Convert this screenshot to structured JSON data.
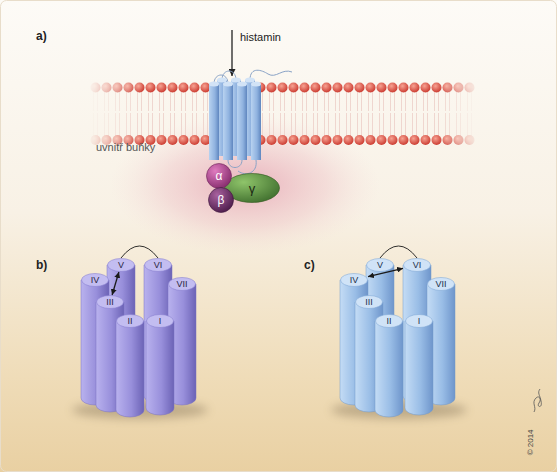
{
  "diagram": {
    "nodes": [
      {
        "text": [
          "α"
        ]
      },
      {
        "text": [
          "β"
        ]
      },
      {
        "text": [
          "γ"
        ]
      },
      {
        "text": [
          "V"
        ]
      },
      {
        "text": [
          "VI"
        ]
      },
      {
        "text": [
          "IV"
        ]
      },
      {
        "text": [
          "VII"
        ]
      },
      {
        "text": [
          "III"
        ]
      },
      {
        "text": [
          "II"
        ]
      },
      {
        "text": [
          "I"
        ]
      },
      {
        "text": [
          "V"
        ]
      },
      {
        "text": [
          "VI"
        ]
      },
      {
        "text": [
          "IV"
        ]
      },
      {
        "text": [
          "VII"
        ]
      },
      {
        "text": [
          "III"
        ]
      },
      {
        "text": [
          "II"
        ]
      },
      {
        "text": [
          "I"
        ]
      }
    ],
    "edges": [
      {
        "from": 3,
        "to": 4,
        "arrow": "none"
      },
      {
        "from": 3,
        "to": 7,
        "arrow": "both"
      },
      {
        "from": 10,
        "to": 11,
        "arrow": "none"
      },
      {
        "from": 12,
        "to": 11,
        "arrow": "both"
      }
    ],
    "labels": [
      "a)",
      "histamin",
      "uvnitř buňky",
      "b)",
      "c)",
      "© 2014"
    ]
  }
}
